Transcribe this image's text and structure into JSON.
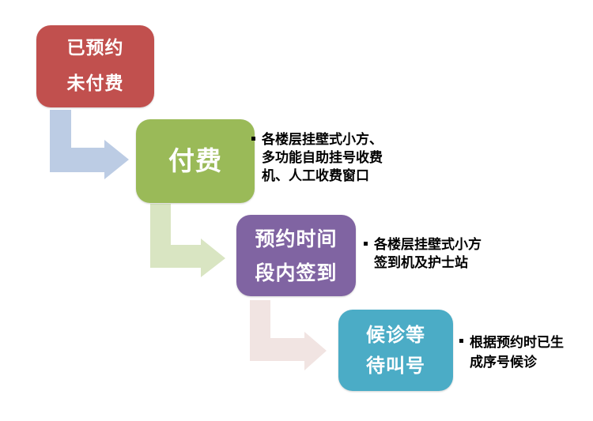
{
  "diagram": {
    "background": "#ffffff",
    "note_text_color": "#000000",
    "steps": [
      {
        "name": "booked-unpaid",
        "color": "#C1504E",
        "lines": [
          "已预约",
          "未付费"
        ],
        "notes": []
      },
      {
        "name": "pay",
        "color": "#9ABA58",
        "lines": [
          "付费"
        ],
        "notes": [
          "各楼层挂壁式小方、",
          "多功能自助挂号收费",
          "机、人工收费窗口"
        ]
      },
      {
        "name": "check-in-during-booked-time",
        "color": "#8064A2",
        "lines": [
          "预约时间",
          "段内签到"
        ],
        "notes": [
          "各楼层挂壁式小方",
          "签到机及护士站"
        ]
      },
      {
        "name": "wait-for-call",
        "color": "#4BACC6",
        "lines": [
          "候诊等",
          "待叫号"
        ],
        "notes": [
          "根据预约时已生",
          "成序号候诊"
        ]
      }
    ],
    "arrows": [
      {
        "name": "arrow-step1-to-step2",
        "color": "#BCCCE4"
      },
      {
        "name": "arrow-step2-to-step3",
        "color": "#D9E5C2"
      },
      {
        "name": "arrow-step3-to-step4",
        "color": "#F1E4E2"
      }
    ]
  }
}
